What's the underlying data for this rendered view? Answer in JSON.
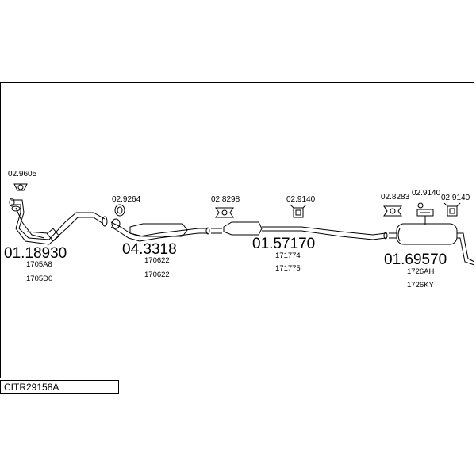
{
  "diagram_code": "CITR29158A",
  "parts": [
    {
      "id": "front-pipe",
      "number": "01.18930",
      "oem_refs": [
        "1705A8",
        "1705D0"
      ]
    },
    {
      "id": "catalytic-converter",
      "number": "04.3318",
      "oem_refs": [
        "170622",
        "170622"
      ]
    },
    {
      "id": "centre-silencer",
      "number": "01.57170",
      "oem_refs": [
        "171774",
        "171775"
      ]
    },
    {
      "id": "rear-silencer",
      "number": "01.69570",
      "oem_refs": [
        "1726AH",
        "1726KY"
      ]
    }
  ],
  "fittings": [
    {
      "id": "gasket-front",
      "number": "02.9605"
    },
    {
      "id": "clamp-cat",
      "number": "02.9264"
    },
    {
      "id": "clamp-centre",
      "number": "02.8298"
    },
    {
      "id": "rubber-centre",
      "number": "02.9140"
    },
    {
      "id": "clamp-rear",
      "number": "02.8283"
    },
    {
      "id": "rubber-rear-a",
      "number": "02.9140"
    },
    {
      "id": "rubber-rear-b",
      "number": "02.9140"
    }
  ]
}
